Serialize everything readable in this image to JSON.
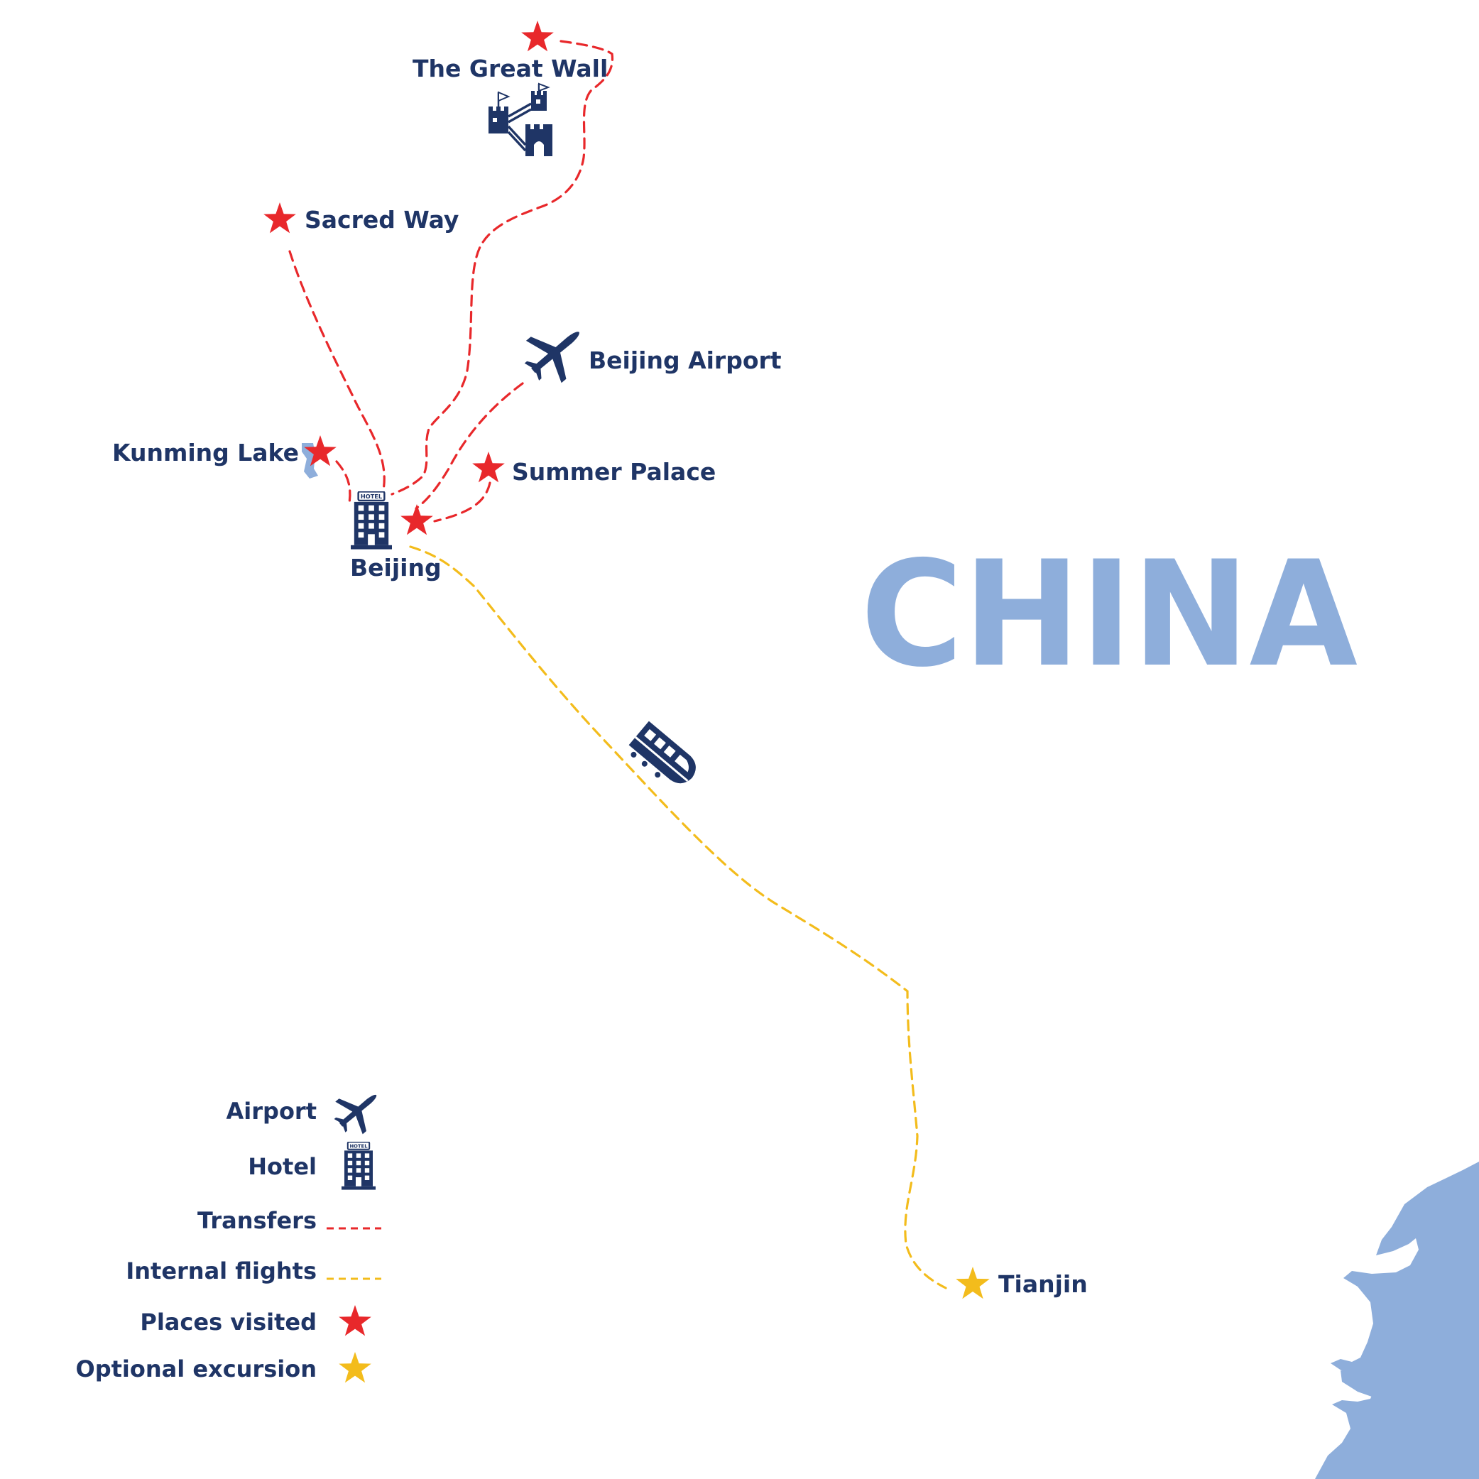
{
  "map": {
    "country_name": "CHINA",
    "places": {
      "great_wall": "The Great Wall",
      "sacred_way": "Sacred Way",
      "beijing_airport": "Beijing Airport",
      "kunming_lake": "Kunming Lake",
      "summer_palace": "Summer Palace",
      "beijing": "Beijing",
      "tianjin": "Tianjin"
    },
    "hotel_sign": "HOTEL"
  },
  "legend": {
    "airport": "Airport",
    "hotel": "Hotel",
    "transfers": "Transfers",
    "internal_flights": "Internal flights",
    "places_visited": "Places visited",
    "optional_excursion": "Optional excursion"
  },
  "colors": {
    "navy": "#1f3566",
    "red": "#e8282b",
    "yellow": "#f3bc1c",
    "land_blue": "#8eaedb"
  },
  "icons": [
    "airplane-icon",
    "hotel-icon",
    "great-wall-icon",
    "train-icon",
    "star-icon"
  ]
}
